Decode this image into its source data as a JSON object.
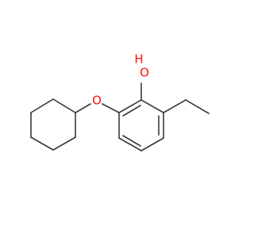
{
  "molecule": {
    "atoms": {
      "hydroxyl_o": {
        "label": "O",
        "h_label": "H",
        "color": "#ff0d0d"
      },
      "ether_o": {
        "label": "O",
        "color": "#ff0d0d"
      }
    },
    "bond_color": "#3a3a3a"
  }
}
